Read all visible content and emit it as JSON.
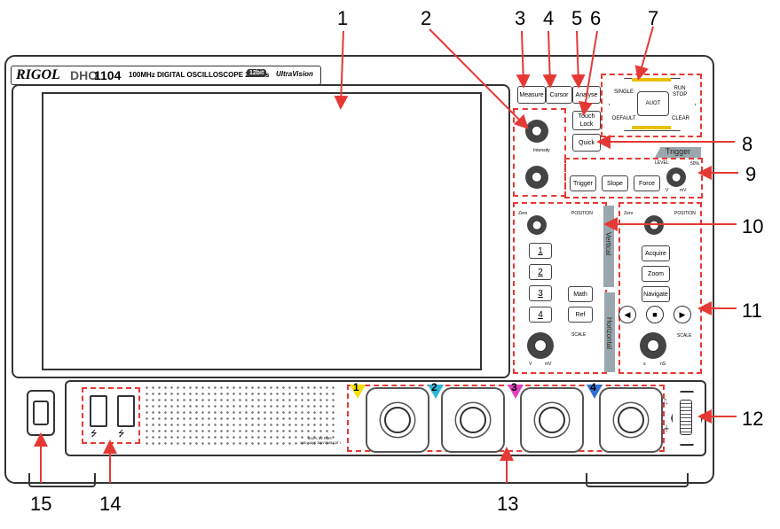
{
  "callouts": [
    "1",
    "2",
    "3",
    "4",
    "5",
    "6",
    "7",
    "8",
    "9",
    "10",
    "11",
    "12",
    "13",
    "14",
    "15"
  ],
  "brand": {
    "rigol": "RIGOL",
    "model_prefix": "DHO",
    "model_num": "1104",
    "spec": "100MHz DIGITAL OSCILLOSCOPE 2GSa/s",
    "bits": "12bit",
    "ultra": "UltraVision"
  },
  "top_buttons": {
    "measure": "Measure",
    "cursor": "Cursor",
    "analyse": "Analyse",
    "touch_lock": "Touch\nLock",
    "quick": "Quick"
  },
  "run_cluster": {
    "single": "SINGLE",
    "run_stop": "RUN\nSTOP",
    "auto": "AUOT",
    "default": "DEFAULT",
    "clear": "CLEAR"
  },
  "intensity_label": "Intensity",
  "trigger": {
    "header": "Trigger",
    "level": "LEVEL",
    "pct": "50%",
    "trigger": "Trigger",
    "slope": "Slope",
    "force": "Force",
    "v": "V",
    "mv": "mV"
  },
  "vertical": {
    "header": "Vertical",
    "position": "POSITION",
    "scale": "SCALE",
    "ch1": "1",
    "ch2": "2",
    "ch3": "3",
    "ch4": "4",
    "math": "Math",
    "ref": "Ref",
    "v": "V",
    "mv": "mV",
    "zero": "Zero"
  },
  "horizontal": {
    "header": "Horizontal",
    "position": "POSITION",
    "scale": "SCALE",
    "acquire": "Acquire",
    "zoom": "Zoom",
    "navigate": "Navigate",
    "s": "s",
    "ns": "nS",
    "zero": "Zero"
  },
  "inputs": {
    "ch_labels": [
      "1",
      "2",
      "3",
      "4"
    ],
    "ch_colors": [
      "#f5e000",
      "#29b6d8",
      "#e040c0",
      "#2f6fd6"
    ],
    "rating": "50Ω ≤ 5V RMS",
    "rating2": "1MΩ | 16pF 300V RMS CAT I"
  }
}
